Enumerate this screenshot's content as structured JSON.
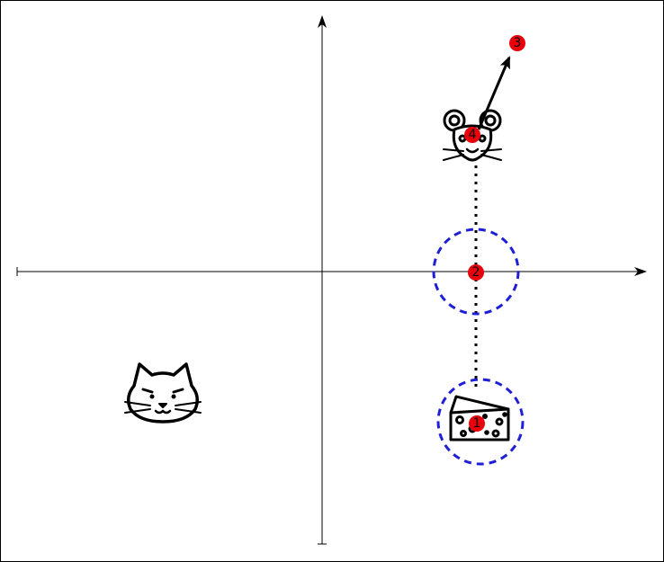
{
  "colors": {
    "axis": "#000000",
    "marker_fill": "#e8000b",
    "dashed_circle": "#1f1fd6",
    "outline": "#000000"
  },
  "icons": {
    "cat": "cat-face-icon",
    "mouse": "mouse-face-icon",
    "cheese": "cheese-wedge-icon"
  },
  "markers": [
    {
      "label": "1"
    },
    {
      "label": "2"
    },
    {
      "label": "3"
    },
    {
      "label": "4"
    }
  ]
}
